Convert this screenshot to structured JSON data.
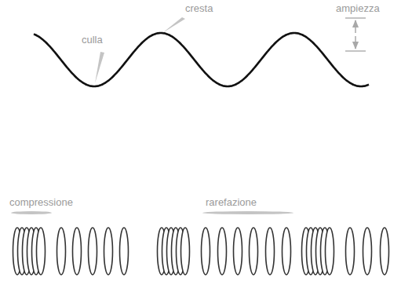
{
  "diagram": {
    "labels": [
      "culla",
      "cresta",
      "ampiezza",
      "compressione",
      "rarefazione"
    ]
  }
}
